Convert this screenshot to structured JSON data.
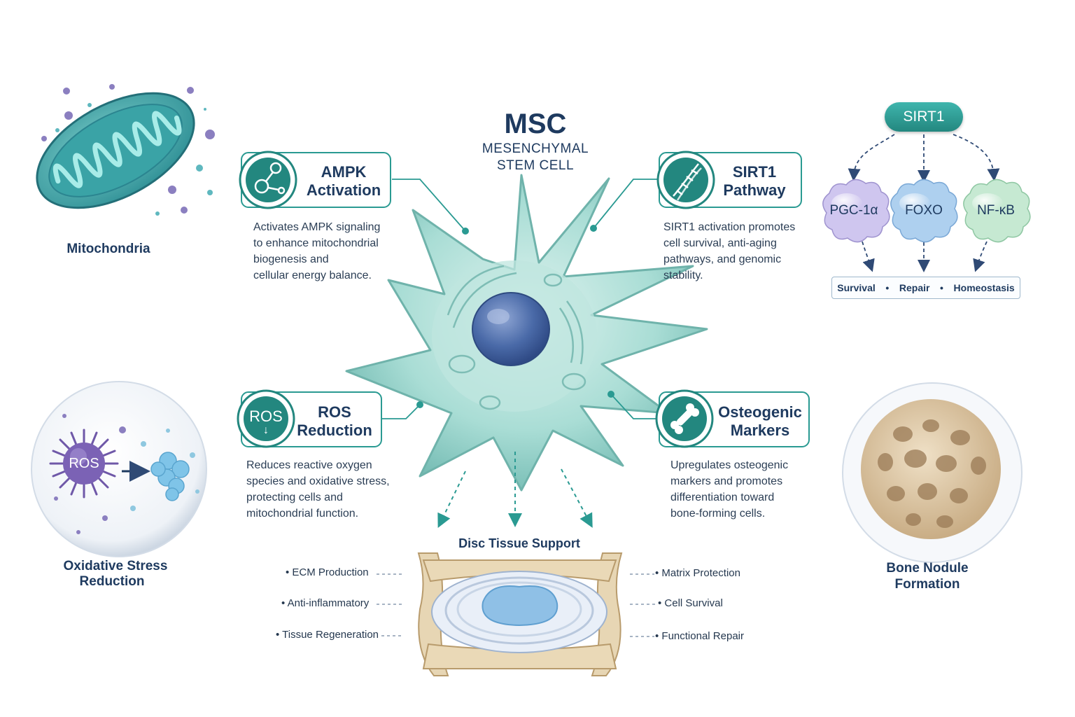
{
  "title": "MSC",
  "subtitle_line1": "MESENCHYMAL",
  "subtitle_line2": "STEM CELL",
  "mitochondria_label": "Mitochondria",
  "ampk": {
    "title_line1": "AMPK",
    "title_line2": "Activation",
    "description": [
      "Activates AMPK signaling",
      "to enhance mitochondrial",
      "biogenesis and",
      "cellular energy balance."
    ]
  },
  "sirt1_card": {
    "title_line1": "SIRT1",
    "title_line2": "Pathway",
    "description": [
      "SIRT1 activation promotes",
      "cell survival, anti-aging",
      "pathways, and genomic",
      "stability."
    ]
  },
  "ros": {
    "icon_text": "ROS",
    "title_line1": "ROS",
    "title_line2": "Reduction",
    "description": [
      "Reduces reactive oxygen",
      "species and oxidative stress,",
      "protecting cells and",
      "mitochondrial function."
    ]
  },
  "osteo": {
    "title_line1": "Osteogenic",
    "title_line2": "Markers",
    "description": [
      "Upregulates osteogenic",
      "markers and promotes",
      "differentiation toward",
      "bone-forming cells."
    ]
  },
  "sirt1_tree": {
    "root": "SIRT1",
    "targets": [
      "PGC-1α",
      "FOXO",
      "NF-κB"
    ],
    "outcomes": [
      "Survival",
      "Repair",
      "Homeostasis"
    ]
  },
  "oxidative": {
    "badge": "ROS",
    "label_line1": "Oxidative Stress",
    "label_line2": "Reduction"
  },
  "disc": {
    "title": "Disc Tissue Support",
    "left_items": [
      "ECM Production",
      "Anti-inflammatory",
      "Tissue Regeneration"
    ],
    "right_items": [
      "Matrix Protection",
      "Cell Survival",
      "Functional Repair"
    ]
  },
  "bone": {
    "label_line1": "Bone Nodule",
    "label_line2": "Formation"
  },
  "colors": {
    "teal": "#23877f",
    "navy": "#1e3a5f",
    "cell": "#9fd6cf",
    "nucleus": "#4a6aa8"
  }
}
